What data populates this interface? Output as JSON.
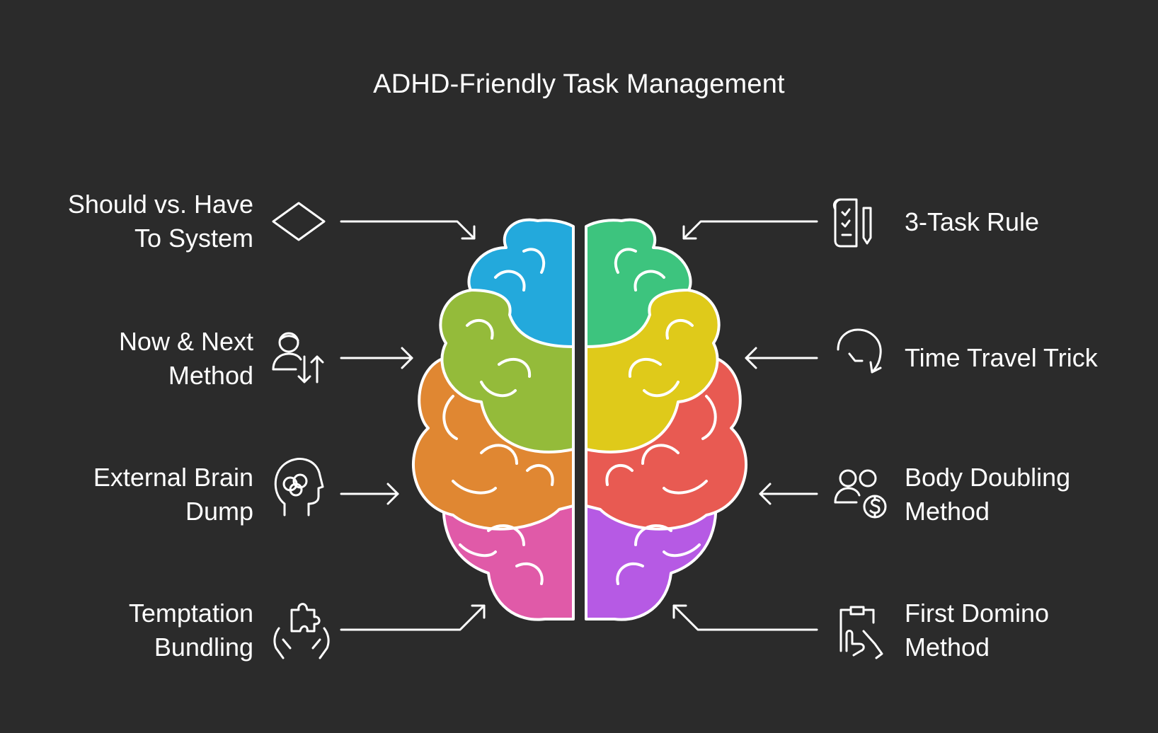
{
  "title": "ADHD-Friendly Task Management",
  "colors": {
    "background": "#2b2b2b",
    "blue": "#23a9dc",
    "teal_green": "#3dc47e",
    "lime_green": "#94bb3a",
    "yellow": "#dfca1a",
    "orange": "#e08732",
    "red": "#e85a52",
    "pink": "#e05aa8",
    "purple": "#b65ae4"
  },
  "left_items": [
    {
      "lines": [
        "Should vs. Have",
        "To System"
      ],
      "icon": "diamond-icon"
    },
    {
      "lines": [
        "Now & Next",
        "Method"
      ],
      "icon": "person-sort-arrows-icon"
    },
    {
      "lines": [
        "External Brain",
        "Dump"
      ],
      "icon": "head-brain-icon"
    },
    {
      "lines": [
        "Temptation",
        "Bundling"
      ],
      "icon": "hands-puzzle-icon"
    }
  ],
  "right_items": [
    {
      "lines": [
        "3-Task Rule"
      ],
      "icon": "checklist-pen-icon"
    },
    {
      "lines": [
        "Time Travel Trick"
      ],
      "icon": "rotate-arrow-icon"
    },
    {
      "lines": [
        "Body Doubling",
        "Method"
      ],
      "icon": "people-coin-icon"
    },
    {
      "lines": [
        "First Domino",
        "Method"
      ],
      "icon": "clipboard-hand-icon"
    }
  ]
}
